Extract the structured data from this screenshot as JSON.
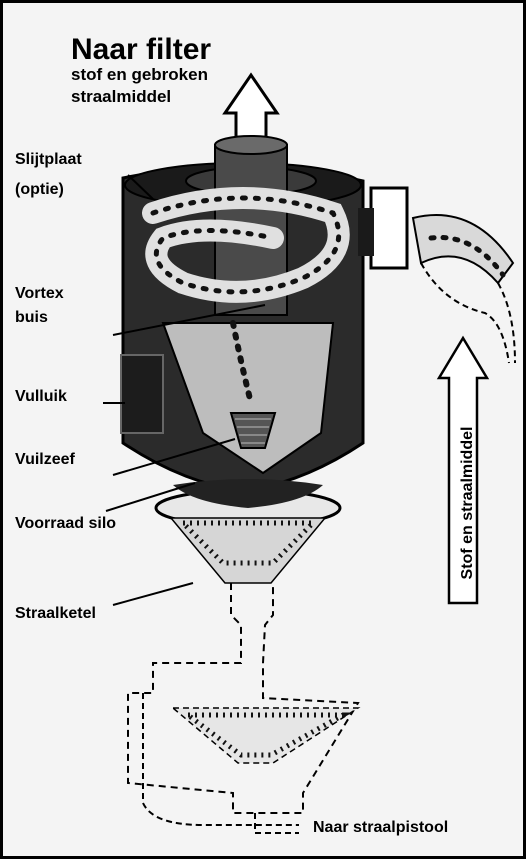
{
  "labels": {
    "title": "Naar filter",
    "subtitle_line1": "stof en gebroken",
    "subtitle_line2": "straalmiddel",
    "wear_plate": "Slijtplaat",
    "option": "(optie)",
    "vortex_line1": "Vortex",
    "vortex_line2": "buis",
    "fill_hatch": "Vulluik",
    "dirt_sieve": "Vuilzeef",
    "storage_silo": "Voorraad silo",
    "blast_pot": "Straalketel",
    "to_blast_gun": "Naar straalpistool",
    "inlet": "Stof en straalmiddel"
  },
  "colors": {
    "body": "#2b2b2b",
    "dark": "#111111",
    "light": "#d9d9d9",
    "background": "#f4f4f4"
  }
}
